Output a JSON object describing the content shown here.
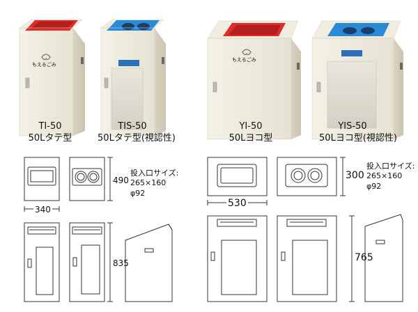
{
  "products": [
    {
      "model": "TI-50",
      "desc": "50Lタテ型",
      "lid_color": "#e02b2b"
    },
    {
      "model": "TIS-50",
      "desc": "50Lタテ型(視認性)",
      "lid_color": "#2b8ad6"
    },
    {
      "model": "YI-50",
      "desc": "50Lヨコ型",
      "lid_color": "#e02b2b"
    },
    {
      "model": "YIS-50",
      "desc": "50Lヨコ型(視認性)",
      "lid_color": "#2b8ad6"
    }
  ],
  "panel_text": "もえるごみ",
  "left_dims": {
    "depth": "490",
    "width": "340",
    "height": "835"
  },
  "right_dims": {
    "depth": "300",
    "width": "530",
    "height": "765"
  },
  "opening_spec": {
    "title": "投入口サイズ:",
    "size": "265×160",
    "phi": "φ92"
  }
}
